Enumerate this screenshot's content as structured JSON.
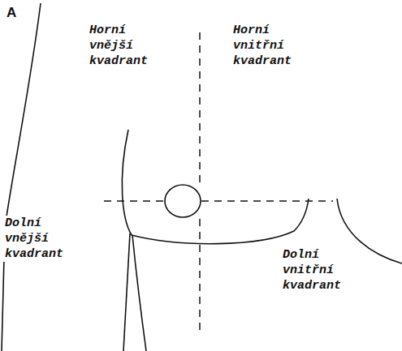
{
  "diagram": {
    "labels": [
      "A",
      "Horní vnější kvadrant",
      "Horní vnitřní kvadrant",
      "Dolní vnější kvadrant",
      "Dolní vnitřní kvadrant"
    ]
  }
}
